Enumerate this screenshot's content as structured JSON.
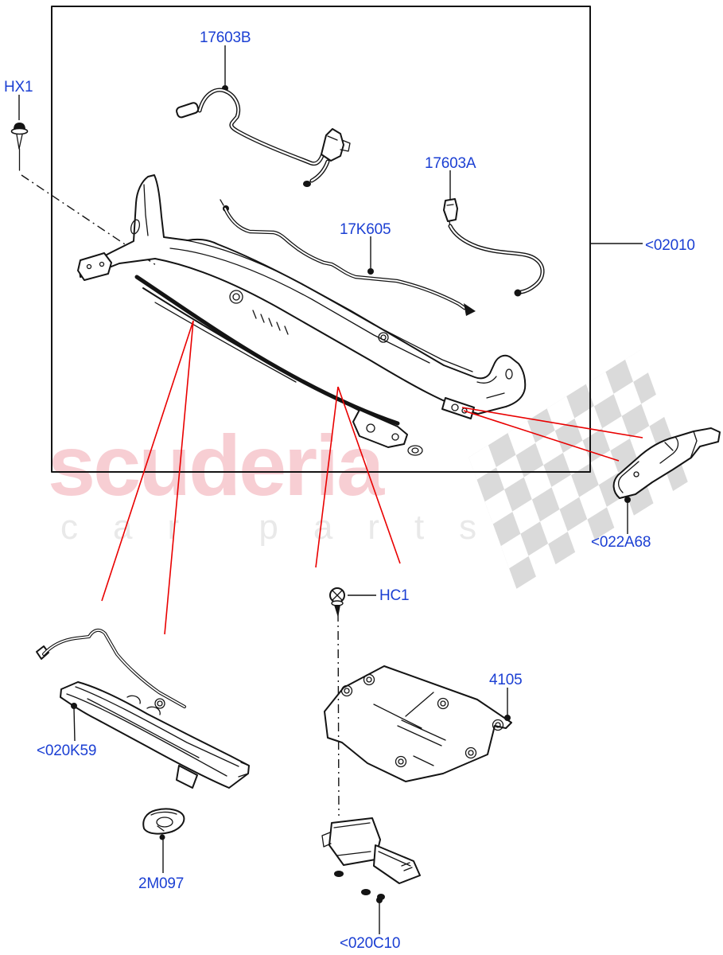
{
  "watermark": {
    "brand": "scuderia",
    "tagline": "car parts"
  },
  "colors": {
    "label-blue": "#1b3fd3",
    "line-black": "#141414",
    "arrow-red": "#e90000",
    "watermark-pink": "#f7ced3",
    "watermark-gray": "#e9e9e9",
    "flag-gray": "#dadada"
  },
  "labels": {
    "hx1": {
      "text": "HX1"
    },
    "b17603": {
      "text": "17603B"
    },
    "a17603": {
      "text": "17603A"
    },
    "k17605": {
      "text": "17K605"
    },
    "a02010": {
      "text": "<02010"
    },
    "a022a68": {
      "text": "<022A68"
    },
    "a020k59": {
      "text": "<020K59"
    },
    "hc1": {
      "text": "HC1"
    },
    "n4105": {
      "text": "4105"
    },
    "n2m097": {
      "text": "2M097"
    },
    "a020c10": {
      "text": "<020C10"
    }
  }
}
